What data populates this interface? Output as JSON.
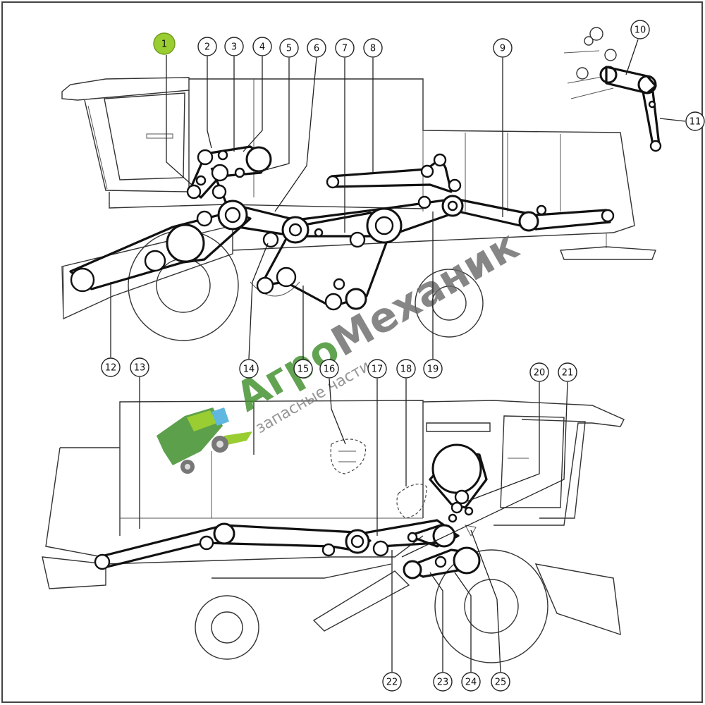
{
  "colors": {
    "highlight": "#9acd32",
    "watermark_green": "#3f8f2c",
    "watermark_gray": "#6b6b6b",
    "line": "#111111"
  },
  "callouts": [
    {
      "id": "1",
      "label": "1",
      "highlight": true
    },
    {
      "id": "2",
      "label": "2"
    },
    {
      "id": "3",
      "label": "3"
    },
    {
      "id": "4",
      "label": "4"
    },
    {
      "id": "5",
      "label": "5"
    },
    {
      "id": "6",
      "label": "6"
    },
    {
      "id": "7",
      "label": "7"
    },
    {
      "id": "8",
      "label": "8"
    },
    {
      "id": "9",
      "label": "9"
    },
    {
      "id": "10",
      "label": "10"
    },
    {
      "id": "11",
      "label": "11"
    },
    {
      "id": "12",
      "label": "12"
    },
    {
      "id": "13",
      "label": "13"
    },
    {
      "id": "14",
      "label": "14"
    },
    {
      "id": "15",
      "label": "15"
    },
    {
      "id": "16",
      "label": "16"
    },
    {
      "id": "17",
      "label": "17"
    },
    {
      "id": "18",
      "label": "18"
    },
    {
      "id": "19",
      "label": "19"
    },
    {
      "id": "20",
      "label": "20"
    },
    {
      "id": "21",
      "label": "21"
    },
    {
      "id": "22",
      "label": "22"
    },
    {
      "id": "23",
      "label": "23"
    },
    {
      "id": "24",
      "label": "24"
    },
    {
      "id": "25",
      "label": "25"
    }
  ],
  "watermark": {
    "brand_part1": "Агро",
    "brand_part2": "Механик",
    "tagline": "запасные части",
    "logo_icon": "combine-harvester-icon"
  }
}
